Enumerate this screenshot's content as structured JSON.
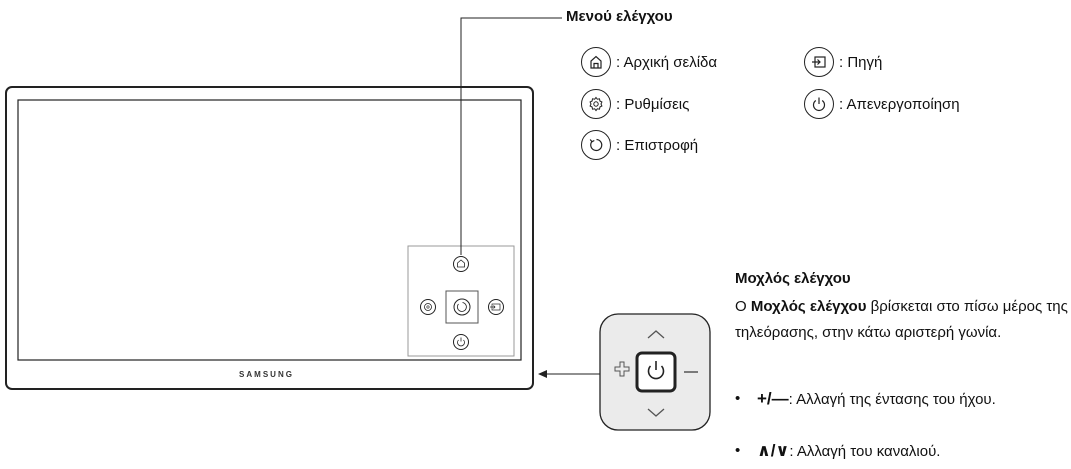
{
  "control_menu": {
    "title": "Μενού ελέγχου",
    "items": [
      {
        "icon": "home-icon",
        "label": ": Αρχική σελίδα"
      },
      {
        "icon": "source-icon",
        "label": ": Πηγή"
      },
      {
        "icon": "settings-icon",
        "label": ": Ρυθμίσεις"
      },
      {
        "icon": "power-icon",
        "label": ": Απενεργοποίηση"
      },
      {
        "icon": "return-icon",
        "label": ": Επιστροφή"
      }
    ]
  },
  "tv": {
    "brand": "SAMSUNG"
  },
  "control_stick": {
    "title": "Μοχλός ελέγχου",
    "desc_bold": "Μοχλός ελέγχου",
    "desc_prefix": "Ο ",
    "desc_suffix": " βρίσκεται στο πίσω μέρος της τηλεόρασης, στην κάτω αριστερή γωνία.",
    "bullets": [
      {
        "symbol": "+/—",
        "text": ": Αλλαγή της έντασης του ήχου."
      },
      {
        "symbol": "∧/∨",
        "text": ": Αλλαγή του καναλιού."
      }
    ]
  },
  "colors": {
    "stick_bg": "#ebebeb",
    "line": "#222222"
  }
}
